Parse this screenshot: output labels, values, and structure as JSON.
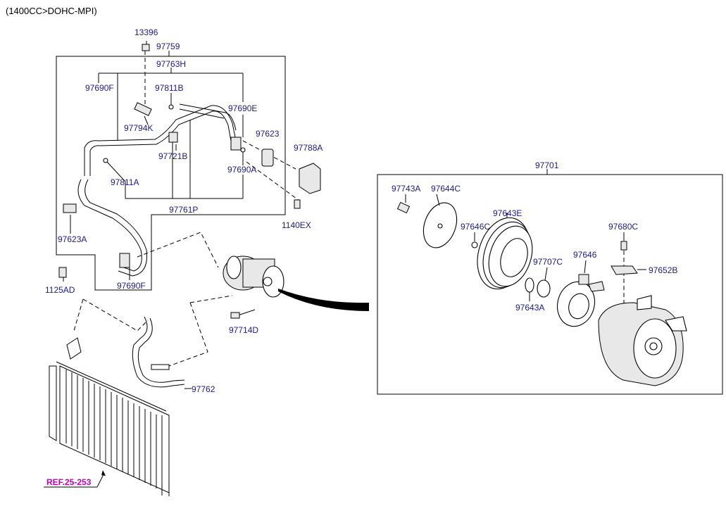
{
  "header": {
    "engine_label": "(1400CC>DOHC-MPI)"
  },
  "labels": {
    "p13396": "13396",
    "p97759": "97759",
    "p97763H": "97763H",
    "p97690F_top": "97690F",
    "p97811B": "97811B",
    "p97690E": "97690E",
    "p97794K": "97794K",
    "p97623": "97623",
    "p97788A": "97788A",
    "p97721B": "97721B",
    "p97690A": "97690A",
    "p97811A": "97811A",
    "p97761P": "97761P",
    "p1140EX": "1140EX",
    "p97623A": "97623A",
    "p97690F_bottom": "97690F",
    "p1125AD": "1125AD",
    "p97714D": "97714D",
    "p97762": "97762",
    "p97701": "97701",
    "p97743A": "97743A",
    "p97644C": "97644C",
    "p97643E": "97643E",
    "p97646C": "97646C",
    "p97680C": "97680C",
    "p97707C": "97707C",
    "p97646": "97646",
    "p97652B": "97652B",
    "p97643A": "97643A"
  },
  "reference": {
    "text": "REF.25-253",
    "color": "#c000c0"
  },
  "colors": {
    "label": "#1a1a8c",
    "line": "#000000"
  }
}
